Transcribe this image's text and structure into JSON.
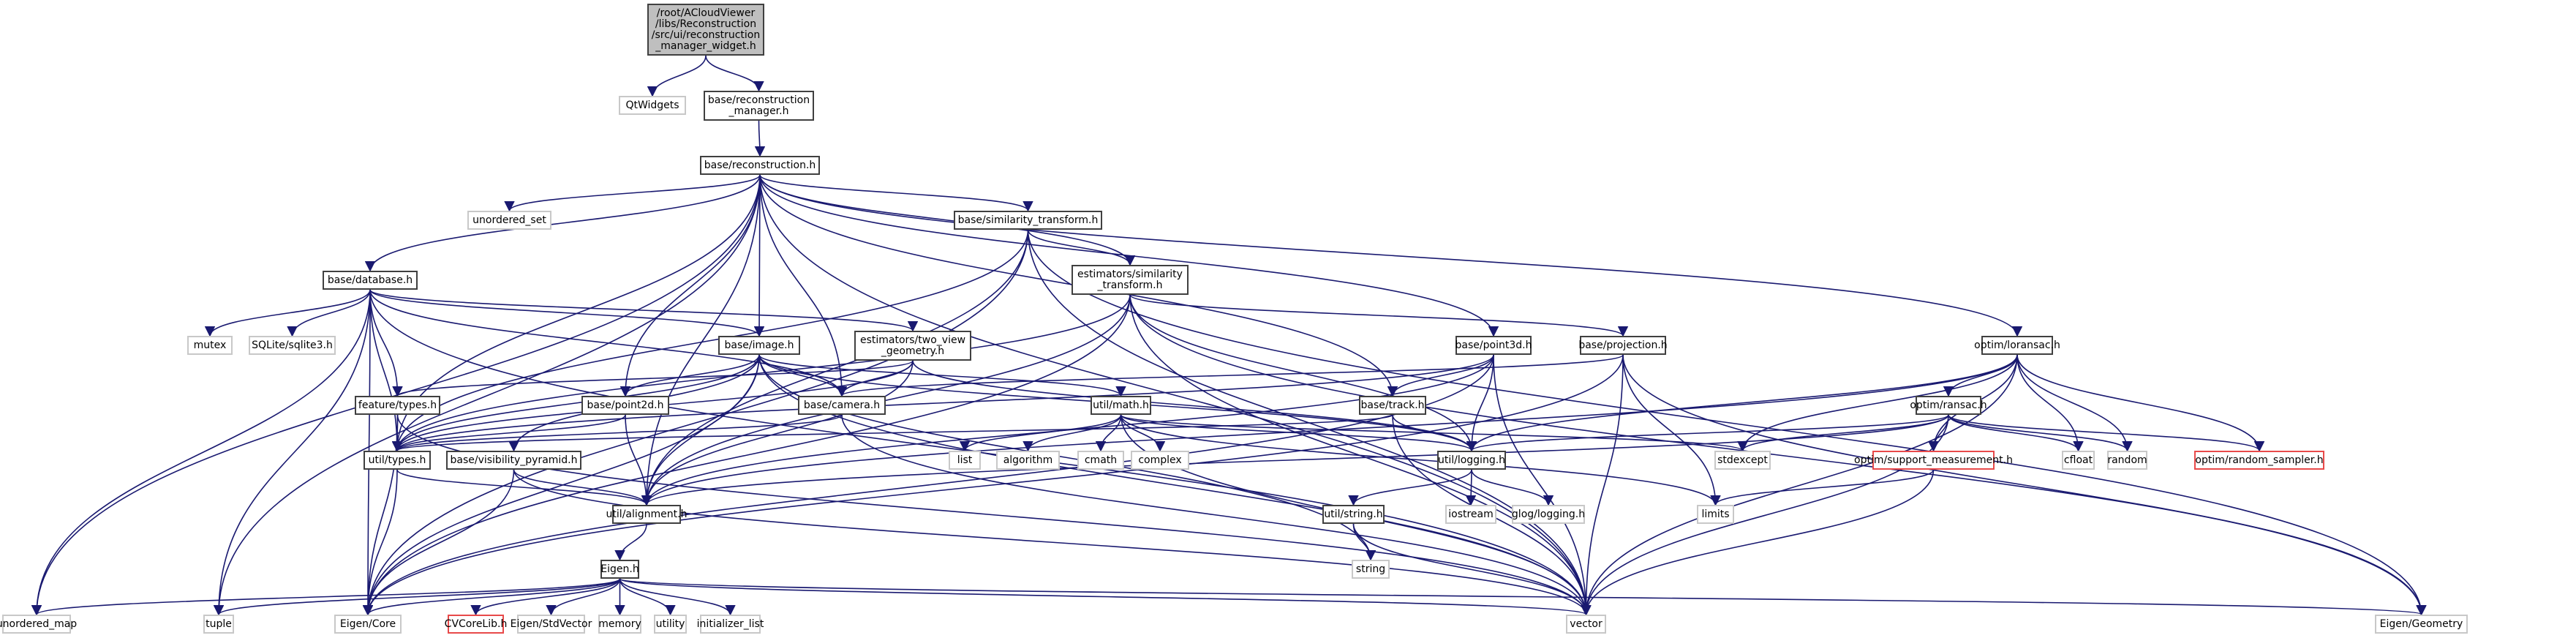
{
  "graph": {
    "type": "include-dependency-graph",
    "root": "/root/ACloudViewer\n/libs/Reconstruction\n/src/ui/reconstruction\n_manager_widget.h",
    "edge_color": "#191970",
    "legend": {
      "local_header_border": "#404040",
      "system_header_border": "#c8c8c8",
      "unresolved_header_border": "#e84a4a",
      "root_fill": "#bfbfbf"
    },
    "nodes": [
      {
        "id": "root",
        "label": "/root/ACloudViewer\n/libs/Reconstruction\n/src/ui/reconstruction\n_manager_widget.h",
        "kind": "root"
      },
      {
        "id": "qtwidgets",
        "label": "QtWidgets",
        "kind": "sys"
      },
      {
        "id": "recon_mgr",
        "label": "base/reconstruction\n_manager.h",
        "kind": "local"
      },
      {
        "id": "recon",
        "label": "base/reconstruction.h",
        "kind": "local"
      },
      {
        "id": "unordered_set",
        "label": "unordered_set",
        "kind": "sys"
      },
      {
        "id": "sim_tf",
        "label": "base/similarity_transform.h",
        "kind": "local"
      },
      {
        "id": "database",
        "label": "base/database.h",
        "kind": "local"
      },
      {
        "id": "est_sim_tf",
        "label": "estimators/similarity\n_transform.h",
        "kind": "local"
      },
      {
        "id": "mutex",
        "label": "mutex",
        "kind": "sys"
      },
      {
        "id": "sqlite",
        "label": "SQLite/sqlite3.h",
        "kind": "sys"
      },
      {
        "id": "image",
        "label": "base/image.h",
        "kind": "local"
      },
      {
        "id": "two_view",
        "label": "estimators/two_view\n_geometry.h",
        "kind": "local"
      },
      {
        "id": "point3d",
        "label": "base/point3d.h",
        "kind": "local"
      },
      {
        "id": "projection",
        "label": "base/projection.h",
        "kind": "local"
      },
      {
        "id": "loransac",
        "label": "optim/loransac.h",
        "kind": "local"
      },
      {
        "id": "feat_types",
        "label": "feature/types.h",
        "kind": "local"
      },
      {
        "id": "point2d",
        "label": "base/point2d.h",
        "kind": "local"
      },
      {
        "id": "camera",
        "label": "base/camera.h",
        "kind": "local"
      },
      {
        "id": "math",
        "label": "util/math.h",
        "kind": "local"
      },
      {
        "id": "track",
        "label": "base/track.h",
        "kind": "local"
      },
      {
        "id": "ransac",
        "label": "optim/ransac.h",
        "kind": "local"
      },
      {
        "id": "util_types",
        "label": "util/types.h",
        "kind": "local"
      },
      {
        "id": "vis_pyr",
        "label": "base/visibility_pyramid.h",
        "kind": "local"
      },
      {
        "id": "list",
        "label": "list",
        "kind": "sys"
      },
      {
        "id": "algorithm",
        "label": "algorithm",
        "kind": "sys"
      },
      {
        "id": "cmath",
        "label": "cmath",
        "kind": "sys"
      },
      {
        "id": "complex",
        "label": "complex",
        "kind": "sys"
      },
      {
        "id": "logging",
        "label": "util/logging.h",
        "kind": "local"
      },
      {
        "id": "stdexcept",
        "label": "stdexcept",
        "kind": "sys"
      },
      {
        "id": "support",
        "label": "optim/support_measurement.h",
        "kind": "missing"
      },
      {
        "id": "cfloat",
        "label": "cfloat",
        "kind": "sys"
      },
      {
        "id": "random",
        "label": "random",
        "kind": "sys"
      },
      {
        "id": "rand_sampler",
        "label": "optim/random_sampler.h",
        "kind": "missing"
      },
      {
        "id": "alignment",
        "label": "util/alignment.h",
        "kind": "local"
      },
      {
        "id": "util_string",
        "label": "util/string.h",
        "kind": "local"
      },
      {
        "id": "iostream",
        "label": "iostream",
        "kind": "sys"
      },
      {
        "id": "glog",
        "label": "glog/logging.h",
        "kind": "sys"
      },
      {
        "id": "limits",
        "label": "limits",
        "kind": "sys"
      },
      {
        "id": "string",
        "label": "string",
        "kind": "sys"
      },
      {
        "id": "eigen_h",
        "label": "Eigen.h",
        "kind": "local"
      },
      {
        "id": "unordered_map",
        "label": "unordered_map",
        "kind": "sys"
      },
      {
        "id": "tuple",
        "label": "tuple",
        "kind": "sys"
      },
      {
        "id": "eigen_core",
        "label": "Eigen/Core",
        "kind": "sys"
      },
      {
        "id": "cvcorelib",
        "label": "CVCoreLib.h",
        "kind": "missing"
      },
      {
        "id": "eigen_stdvec",
        "label": "Eigen/StdVector",
        "kind": "sys"
      },
      {
        "id": "memory",
        "label": "memory",
        "kind": "sys"
      },
      {
        "id": "utility",
        "label": "utility",
        "kind": "sys"
      },
      {
        "id": "init_list",
        "label": "initializer_list",
        "kind": "sys"
      },
      {
        "id": "vector",
        "label": "vector",
        "kind": "sys"
      },
      {
        "id": "eigen_geom",
        "label": "Eigen/Geometry",
        "kind": "sys"
      }
    ],
    "edges": [
      [
        "root",
        "qtwidgets"
      ],
      [
        "root",
        "recon_mgr"
      ],
      [
        "recon_mgr",
        "recon"
      ],
      [
        "recon",
        "unordered_set"
      ],
      [
        "recon",
        "sim_tf"
      ],
      [
        "recon",
        "database"
      ],
      [
        "recon",
        "est_sim_tf"
      ],
      [
        "recon",
        "image"
      ],
      [
        "recon",
        "point3d"
      ],
      [
        "recon",
        "loransac"
      ],
      [
        "recon",
        "point2d"
      ],
      [
        "recon",
        "camera"
      ],
      [
        "recon",
        "track"
      ],
      [
        "recon",
        "util_types"
      ],
      [
        "recon",
        "alignment"
      ],
      [
        "recon",
        "unordered_map"
      ],
      [
        "recon",
        "tuple"
      ],
      [
        "recon",
        "vector"
      ],
      [
        "sim_tf",
        "est_sim_tf"
      ],
      [
        "sim_tf",
        "util_types"
      ],
      [
        "sim_tf",
        "alignment"
      ],
      [
        "sim_tf",
        "eigen_core"
      ],
      [
        "sim_tf",
        "vector"
      ],
      [
        "sim_tf",
        "eigen_geom"
      ],
      [
        "database",
        "mutex"
      ],
      [
        "database",
        "sqlite"
      ],
      [
        "database",
        "image"
      ],
      [
        "database",
        "two_view"
      ],
      [
        "database",
        "camera"
      ],
      [
        "database",
        "feat_types"
      ],
      [
        "database",
        "util_types"
      ],
      [
        "database",
        "unordered_map"
      ],
      [
        "database",
        "eigen_core"
      ],
      [
        "database",
        "vector"
      ],
      [
        "database",
        "tuple"
      ],
      [
        "est_sim_tf",
        "projection"
      ],
      [
        "est_sim_tf",
        "logging"
      ],
      [
        "est_sim_tf",
        "util_types"
      ],
      [
        "est_sim_tf",
        "alignment"
      ],
      [
        "est_sim_tf",
        "eigen_core"
      ],
      [
        "est_sim_tf",
        "vector"
      ],
      [
        "est_sim_tf",
        "eigen_geom"
      ],
      [
        "image",
        "camera"
      ],
      [
        "image",
        "point2d"
      ],
      [
        "image",
        "vis_pyr"
      ],
      [
        "image",
        "math"
      ],
      [
        "image",
        "logging"
      ],
      [
        "image",
        "util_types"
      ],
      [
        "image",
        "alignment"
      ],
      [
        "image",
        "string"
      ],
      [
        "image",
        "vector"
      ],
      [
        "image",
        "eigen_core"
      ],
      [
        "two_view",
        "camera"
      ],
      [
        "two_view",
        "feat_types"
      ],
      [
        "two_view",
        "logging"
      ],
      [
        "two_view",
        "alignment"
      ],
      [
        "two_view",
        "util_types"
      ],
      [
        "point3d",
        "track"
      ],
      [
        "point3d",
        "logging"
      ],
      [
        "point3d",
        "alignment"
      ],
      [
        "point3d",
        "util_types"
      ],
      [
        "point3d",
        "vector"
      ],
      [
        "point3d",
        "eigen_core"
      ],
      [
        "projection",
        "camera"
      ],
      [
        "projection",
        "limits"
      ],
      [
        "projection",
        "vector"
      ],
      [
        "projection",
        "eigen_geom"
      ],
      [
        "projection",
        "eigen_core"
      ],
      [
        "loransac",
        "ransac"
      ],
      [
        "loransac",
        "support"
      ],
      [
        "loransac",
        "rand_sampler"
      ],
      [
        "loransac",
        "cfloat"
      ],
      [
        "loransac",
        "random"
      ],
      [
        "loransac",
        "stdexcept"
      ],
      [
        "loransac",
        "logging"
      ],
      [
        "loransac",
        "alignment"
      ],
      [
        "loransac",
        "vector"
      ],
      [
        "ransac",
        "support"
      ],
      [
        "ransac",
        "rand_sampler"
      ],
      [
        "ransac",
        "cfloat"
      ],
      [
        "ransac",
        "random"
      ],
      [
        "ransac",
        "stdexcept"
      ],
      [
        "ransac",
        "logging"
      ],
      [
        "ransac",
        "alignment"
      ],
      [
        "ransac",
        "vector"
      ],
      [
        "feat_types",
        "util_types"
      ],
      [
        "feat_types",
        "eigen_core"
      ],
      [
        "feat_types",
        "vector"
      ],
      [
        "point2d",
        "util_types"
      ],
      [
        "point2d",
        "alignment"
      ],
      [
        "camera",
        "util_types"
      ],
      [
        "camera",
        "vector"
      ],
      [
        "math",
        "list"
      ],
      [
        "math",
        "algorithm"
      ],
      [
        "math",
        "cmath"
      ],
      [
        "math",
        "complex"
      ],
      [
        "math",
        "logging"
      ],
      [
        "math",
        "limits"
      ],
      [
        "math",
        "stdexcept"
      ],
      [
        "math",
        "vector"
      ],
      [
        "track",
        "logging"
      ],
      [
        "track",
        "util_types"
      ],
      [
        "track",
        "vector"
      ],
      [
        "util_types",
        "alignment"
      ],
      [
        "util_types",
        "eigen_core"
      ],
      [
        "vis_pyr",
        "alignment"
      ],
      [
        "vis_pyr",
        "eigen_core"
      ],
      [
        "vis_pyr",
        "vector"
      ],
      [
        "logging",
        "util_string"
      ],
      [
        "logging",
        "iostream"
      ],
      [
        "logging",
        "glog"
      ],
      [
        "util_string",
        "string"
      ],
      [
        "util_string",
        "vector"
      ],
      [
        "support",
        "limits"
      ],
      [
        "support",
        "vector"
      ],
      [
        "alignment",
        "eigen_h"
      ],
      [
        "eigen_h",
        "cvcorelib"
      ],
      [
        "eigen_h",
        "eigen_stdvec"
      ],
      [
        "eigen_h",
        "memory"
      ],
      [
        "eigen_h",
        "utility"
      ],
      [
        "eigen_h",
        "init_list"
      ],
      [
        "eigen_h",
        "eigen_core"
      ],
      [
        "eigen_h",
        "unordered_map"
      ],
      [
        "eigen_h",
        "tuple"
      ],
      [
        "eigen_h",
        "vector"
      ],
      [
        "eigen_h",
        "eigen_geom"
      ]
    ]
  }
}
